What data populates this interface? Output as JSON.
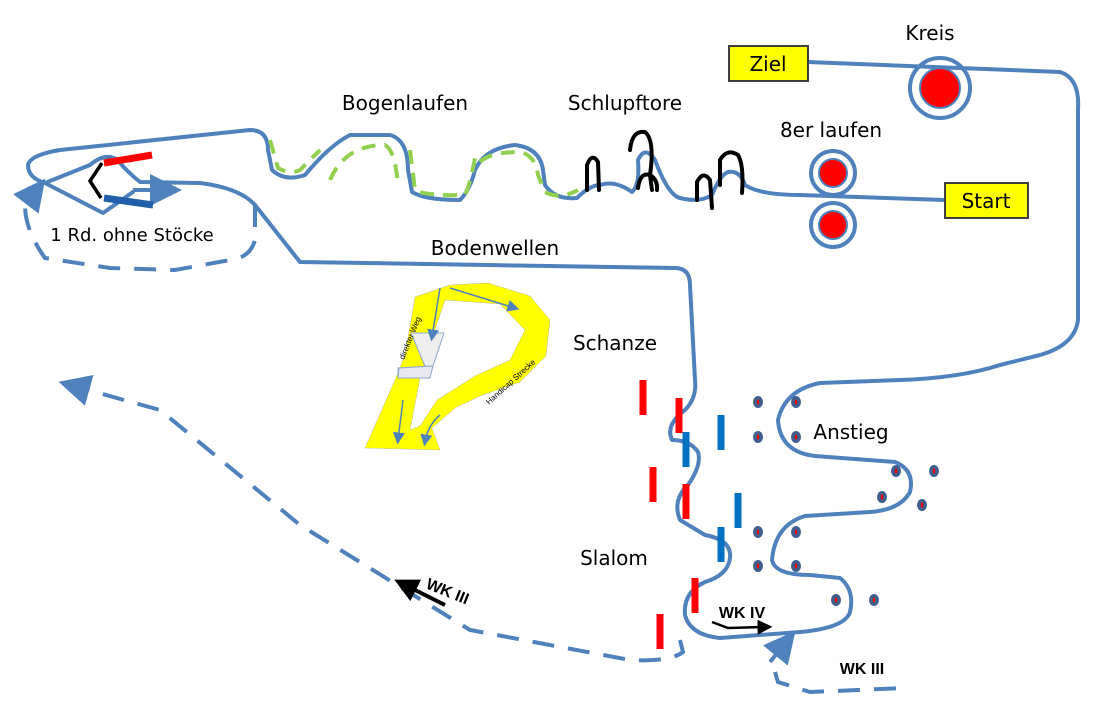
{
  "labels": {
    "kreis": "Kreis",
    "bogenlaufen": "Bogenlaufen",
    "schlupftore": "Schlupftore",
    "achter_laufen": "8er laufen",
    "bodenwellen": "Bodenwellen",
    "schanze": "Schanze",
    "anstieg": "Anstieg",
    "slalom": "Slalom",
    "ohne_stoecke": "1 Rd. ohne Stöcke",
    "wk3_left": "WK III",
    "wk4": "WK IV",
    "wk3_bottom": "WK III",
    "direkter_weg": "direkter Weg",
    "handicap": "Handicap Strecke"
  },
  "boxes": {
    "ziel": "Ziel",
    "start": "Start"
  },
  "colors": {
    "track": "#4f81bd",
    "gate_red": "#ff0000",
    "gate_blue": "#0070c0",
    "green_path": "#92d050",
    "box_fill": "#ffff00",
    "handicap_area": "#ffff00"
  }
}
